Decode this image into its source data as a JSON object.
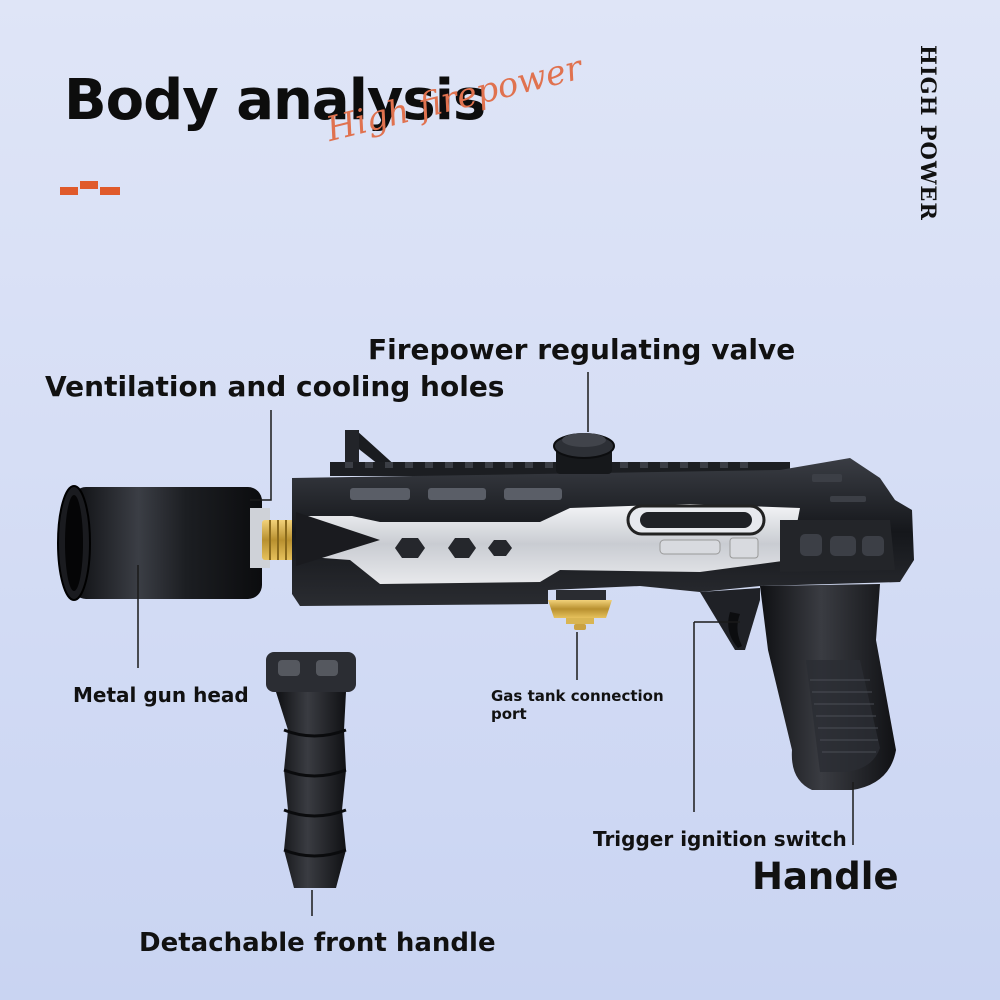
{
  "header": {
    "title": "Body analysis",
    "script_text": "High firepower",
    "side_text": "HIGH POWER",
    "accent_color": "#e05a2b"
  },
  "labels": {
    "firepower_valve": "Firepower regulating valve",
    "ventilation_holes": "Ventilation and cooling holes",
    "metal_head": "Metal gun head",
    "gas_port_line1": "Gas tank connection",
    "gas_port_line2": "port",
    "trigger": "Trigger ignition switch",
    "handle": "Handle",
    "front_handle": "Detachable front handle"
  }
}
